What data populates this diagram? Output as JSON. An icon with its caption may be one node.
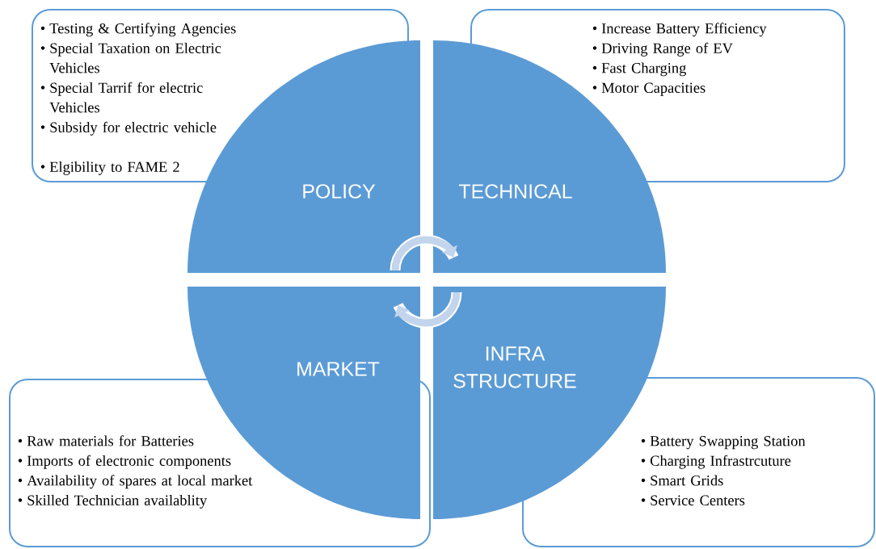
{
  "diagram": {
    "nodes": [
      {
        "text": [
          "Testing & Certifying Agencies",
          "Special Taxation on Electric Vehicles",
          "Special Tarrif for electric Vehicles",
          "Subsidy for electric vehicle",
          "Elgibility to FAME 2"
        ]
      },
      {
        "text": [
          "Increase Battery Efficiency",
          "Driving Range of EV",
          "Fast Charging",
          "Motor Capacities"
        ]
      },
      {
        "text": [
          "POLICY"
        ]
      },
      {
        "text": [
          "TECHNICAL"
        ]
      },
      {
        "text": [
          "MARKET"
        ]
      },
      {
        "text": [
          "INFRA STRUCTURE"
        ]
      },
      {
        "text": [
          "Raw materials for Batteries",
          "Imports of electronic components",
          "Availability of spares at local market",
          "Skilled Technician availablity"
        ]
      },
      {
        "text": [
          "Battery Swapping Station",
          "Charging Infrastrcuture",
          "Smart Grids",
          "Service Centers"
        ]
      }
    ]
  }
}
